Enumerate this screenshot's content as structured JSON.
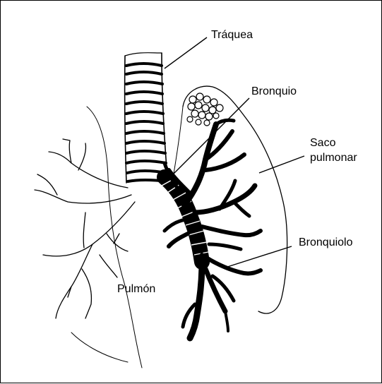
{
  "labels": {
    "traquea": "Tráquea",
    "bronquio": "Bronquio",
    "saco_line1": "Saco",
    "saco_line2": "pulmonar",
    "bronquiolo": "Bronquiolo",
    "pulmon": "Pulmón"
  }
}
